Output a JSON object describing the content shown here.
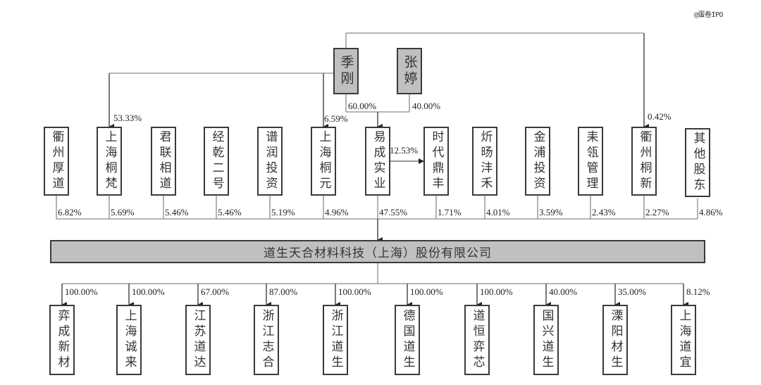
{
  "watermark": "@蛋卷IPO",
  "persons": [
    {
      "name": "季刚"
    },
    {
      "name": "张婷"
    }
  ],
  "person_links": [
    {
      "from": "季刚",
      "to": "易成实业",
      "pct": "60.00%"
    },
    {
      "from": "张婷",
      "to": "易成实业",
      "pct": "40.00%"
    },
    {
      "from": "季刚",
      "to": "上海桐梵",
      "pct": "53.33%"
    },
    {
      "from": "季刚",
      "to": "上海桐元",
      "pct": "6.59%"
    },
    {
      "from": "季刚",
      "to": "衢州桐新",
      "pct": "0.42%"
    }
  ],
  "cross_link": {
    "from": "易成实业",
    "to": "时代鼎丰",
    "pct": "12.53%"
  },
  "shareholders": [
    {
      "name": "衢州厚道",
      "pct": "6.82%"
    },
    {
      "name": "上海桐梵",
      "pct": "5.69%"
    },
    {
      "name": "君联相道",
      "pct": "5.46%"
    },
    {
      "name": "经乾二号",
      "pct": "5.46%"
    },
    {
      "name": "谱润投资",
      "pct": "5.19%"
    },
    {
      "name": "上海桐元",
      "pct": "4.96%"
    },
    {
      "name": "易成实业",
      "pct": "47.55%"
    },
    {
      "name": "时代鼎丰",
      "pct": "1.71%"
    },
    {
      "name": "炘旸沣禾",
      "pct": "4.01%"
    },
    {
      "name": "金浦投资",
      "pct": "3.59%"
    },
    {
      "name": "耒瓴管理",
      "pct": "2.43%"
    },
    {
      "name": "衢州桐新",
      "pct": "2.27%"
    },
    {
      "name": "其他股东",
      "pct": "4.86%"
    }
  ],
  "company": {
    "name": "道生天合材料科技（上海）股份有限公司"
  },
  "subsidiaries": [
    {
      "name": "弈成新材",
      "pct": "100.00%"
    },
    {
      "name": "上海诚来",
      "pct": "100.00%"
    },
    {
      "name": "江苏道达",
      "pct": "67.00%"
    },
    {
      "name": "浙江志合",
      "pct": "87.00%"
    },
    {
      "name": "浙江道生",
      "pct": "100.00%"
    },
    {
      "name": "德国道生",
      "pct": "100.00%"
    },
    {
      "name": "道恒弈芯",
      "pct": "100.00%"
    },
    {
      "name": "国兴道生",
      "pct": "40.00%"
    },
    {
      "name": "溧阳材生",
      "pct": "35.00%"
    },
    {
      "name": "上海道宜",
      "pct": "8.12%"
    }
  ],
  "colors": {
    "line": "#8a8a8a",
    "arrow": "#222222",
    "box_border": "#3a3a3a",
    "highlight_fill": "#c0c0c0"
  }
}
